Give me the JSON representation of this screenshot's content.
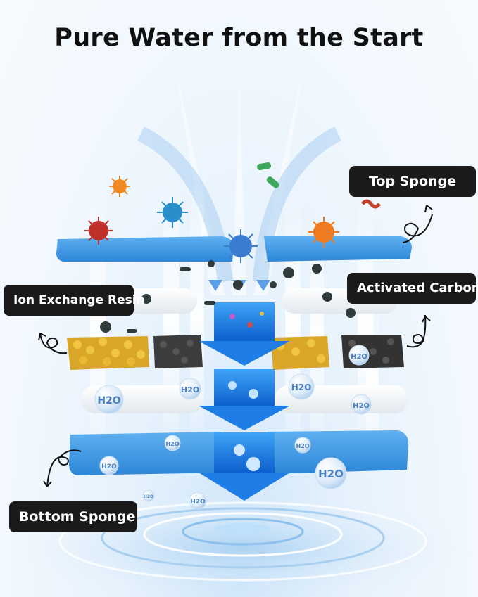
{
  "title": "Pure Water from the Start",
  "labels": {
    "top_sponge": "Top Sponge",
    "activated_carbon": "Activated Carbon",
    "ion_exchange_resin": "Ion Exchange Resin",
    "bottom_sponge": "Bottom Sponge"
  },
  "bubble_text": "H2O",
  "icons": [
    "bacteria-icon",
    "virus-icon",
    "h2o-bubble-icon",
    "down-arrow-icon",
    "curved-arrow-icon",
    "water-ripple-icon"
  ],
  "colors": {
    "sponge_blue": "#3e9be6",
    "resin_yellow": "#e0b030",
    "carbon_dark": "#3a3a3a",
    "arrow_blue": "#1e7ee6",
    "label_bg": "#1a1a1a"
  }
}
